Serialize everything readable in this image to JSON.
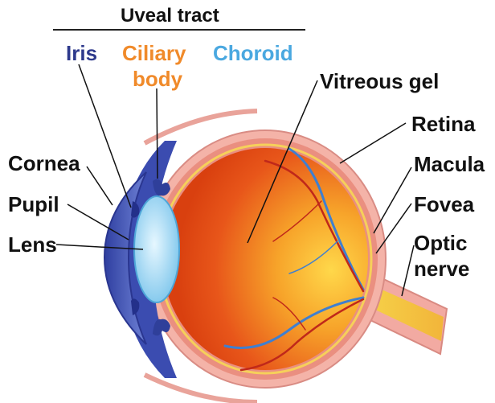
{
  "header": {
    "title": "Uveal tract"
  },
  "uvea": {
    "iris": "Iris",
    "ciliary_line1": "Ciliary",
    "ciliary_line2": "body",
    "choroid": "Choroid"
  },
  "left_labels": {
    "cornea": "Cornea",
    "pupil": "Pupil",
    "lens": "Lens"
  },
  "right_labels": {
    "vitreous": "Vitreous gel",
    "retina": "Retina",
    "macula": "Macula",
    "fovea": "Fovea",
    "optic_line1": "Optic",
    "optic_line2": "nerve"
  },
  "colors": {
    "iris": "#2e3a8c",
    "ciliary": "#f08a2a",
    "choroid": "#4aa8e0",
    "text": "#111111",
    "sclera": "#f3a9a0",
    "vitreous": "#e24a12",
    "lens": "#9fd8f5",
    "vessel_blue": "#3f7fd0",
    "vessel_red": "#c0281a",
    "nerve": "#f3c43a"
  }
}
